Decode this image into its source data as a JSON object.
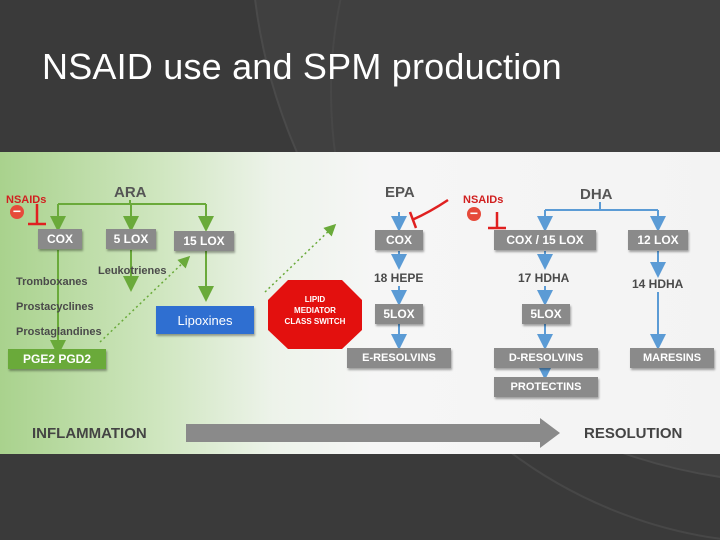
{
  "slide": {
    "title": "NSAID use and SPM production"
  },
  "diagram": {
    "left": {
      "nsaids": "NSAIDs",
      "substrate": "ARA",
      "enzymes": [
        "COX",
        "5 LOX",
        "15 LOX"
      ],
      "products": [
        "Tromboxanes",
        "Prostacyclines",
        "Prostaglandines"
      ],
      "leukotrienes": "Leukotrienes",
      "pge": "PGE2  PGD2",
      "lipoxines": "Lipoxines"
    },
    "switch": {
      "line1": "LIPID",
      "line2": "MEDIATOR",
      "line3": "CLASS SWITCH"
    },
    "epa": {
      "substrate": "EPA",
      "enzyme": "COX",
      "intermediate": "18 HEPE",
      "enzyme2": "5LOX",
      "product": "E-RESOLVINS"
    },
    "dha": {
      "nsaids": "NSAIDs",
      "substrate": "DHA",
      "enzyme_a": "COX / 15 LOX",
      "enzyme_b": "12 LOX",
      "intermediate_a": "17 HDHA",
      "intermediate_b": "14 HDHA",
      "enzyme2": "5LOX",
      "product_a": "D-RESOLVINS",
      "product_b": "MARESINS",
      "product_c": "PROTECTINS"
    },
    "axis": {
      "start": "INFLAMMATION",
      "end": "RESOLUTION"
    },
    "colors": {
      "green": "#6aaa3a",
      "blue": "#5b9bd5",
      "red": "#e02020",
      "grey": "#8a8a8a",
      "lipoxine": "#2f6fd1",
      "switch": "#e3100e"
    }
  }
}
